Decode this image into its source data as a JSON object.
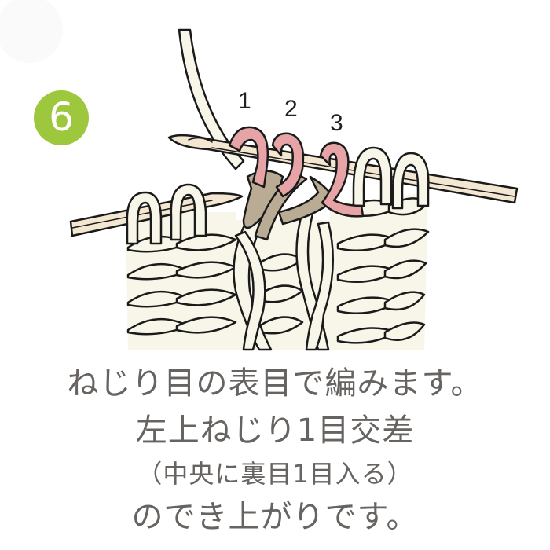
{
  "step": {
    "number": "6",
    "badge_color": "#9dc73c"
  },
  "illustration": {
    "stitch_labels": [
      "1",
      "2",
      "3"
    ],
    "colors": {
      "yarn": "#f8f6e8",
      "needle": "#f4e7d2",
      "stitch_highlight": "#e7a4a7",
      "crossed_stitch": "#b9ab94",
      "outline": "#1a1a1a"
    }
  },
  "caption": {
    "line1": "ねじり目の表目で編みます。",
    "line2": "左上ねじり1目交差",
    "line3": "（中央に裏目1目入る）",
    "line4": "のでき上がりです。",
    "text_color": "#666360"
  }
}
